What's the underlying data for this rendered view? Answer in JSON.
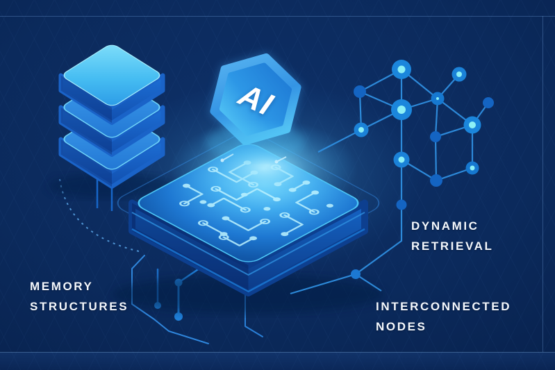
{
  "badge": {
    "text": "AI"
  },
  "labels": {
    "memory": {
      "line1": "MEMORY",
      "line2": "STRUCTURES"
    },
    "dynamic": {
      "line1": "DYNAMIC",
      "line2": "RETRIEVAL"
    },
    "nodes": {
      "line1": "INTERCONNECTED",
      "line2": "NODES"
    }
  },
  "colors": {
    "background": "#0b2a5c",
    "background_deep": "#061c43",
    "accent_line": "#2f8fe0",
    "node_fill": "#1b7fd8",
    "node_plain": "#1464c2",
    "node_core": "#8df0f6",
    "stack_top": "#6cd6f8",
    "chip_glow": "#8fe2ff",
    "trace": "#bdf3ff",
    "hexagon_outer": "#55b2f0",
    "hexagon_inner": "#4fc4f6",
    "label_text": "#f4f8fd",
    "frame_line": "#82b4f0"
  }
}
